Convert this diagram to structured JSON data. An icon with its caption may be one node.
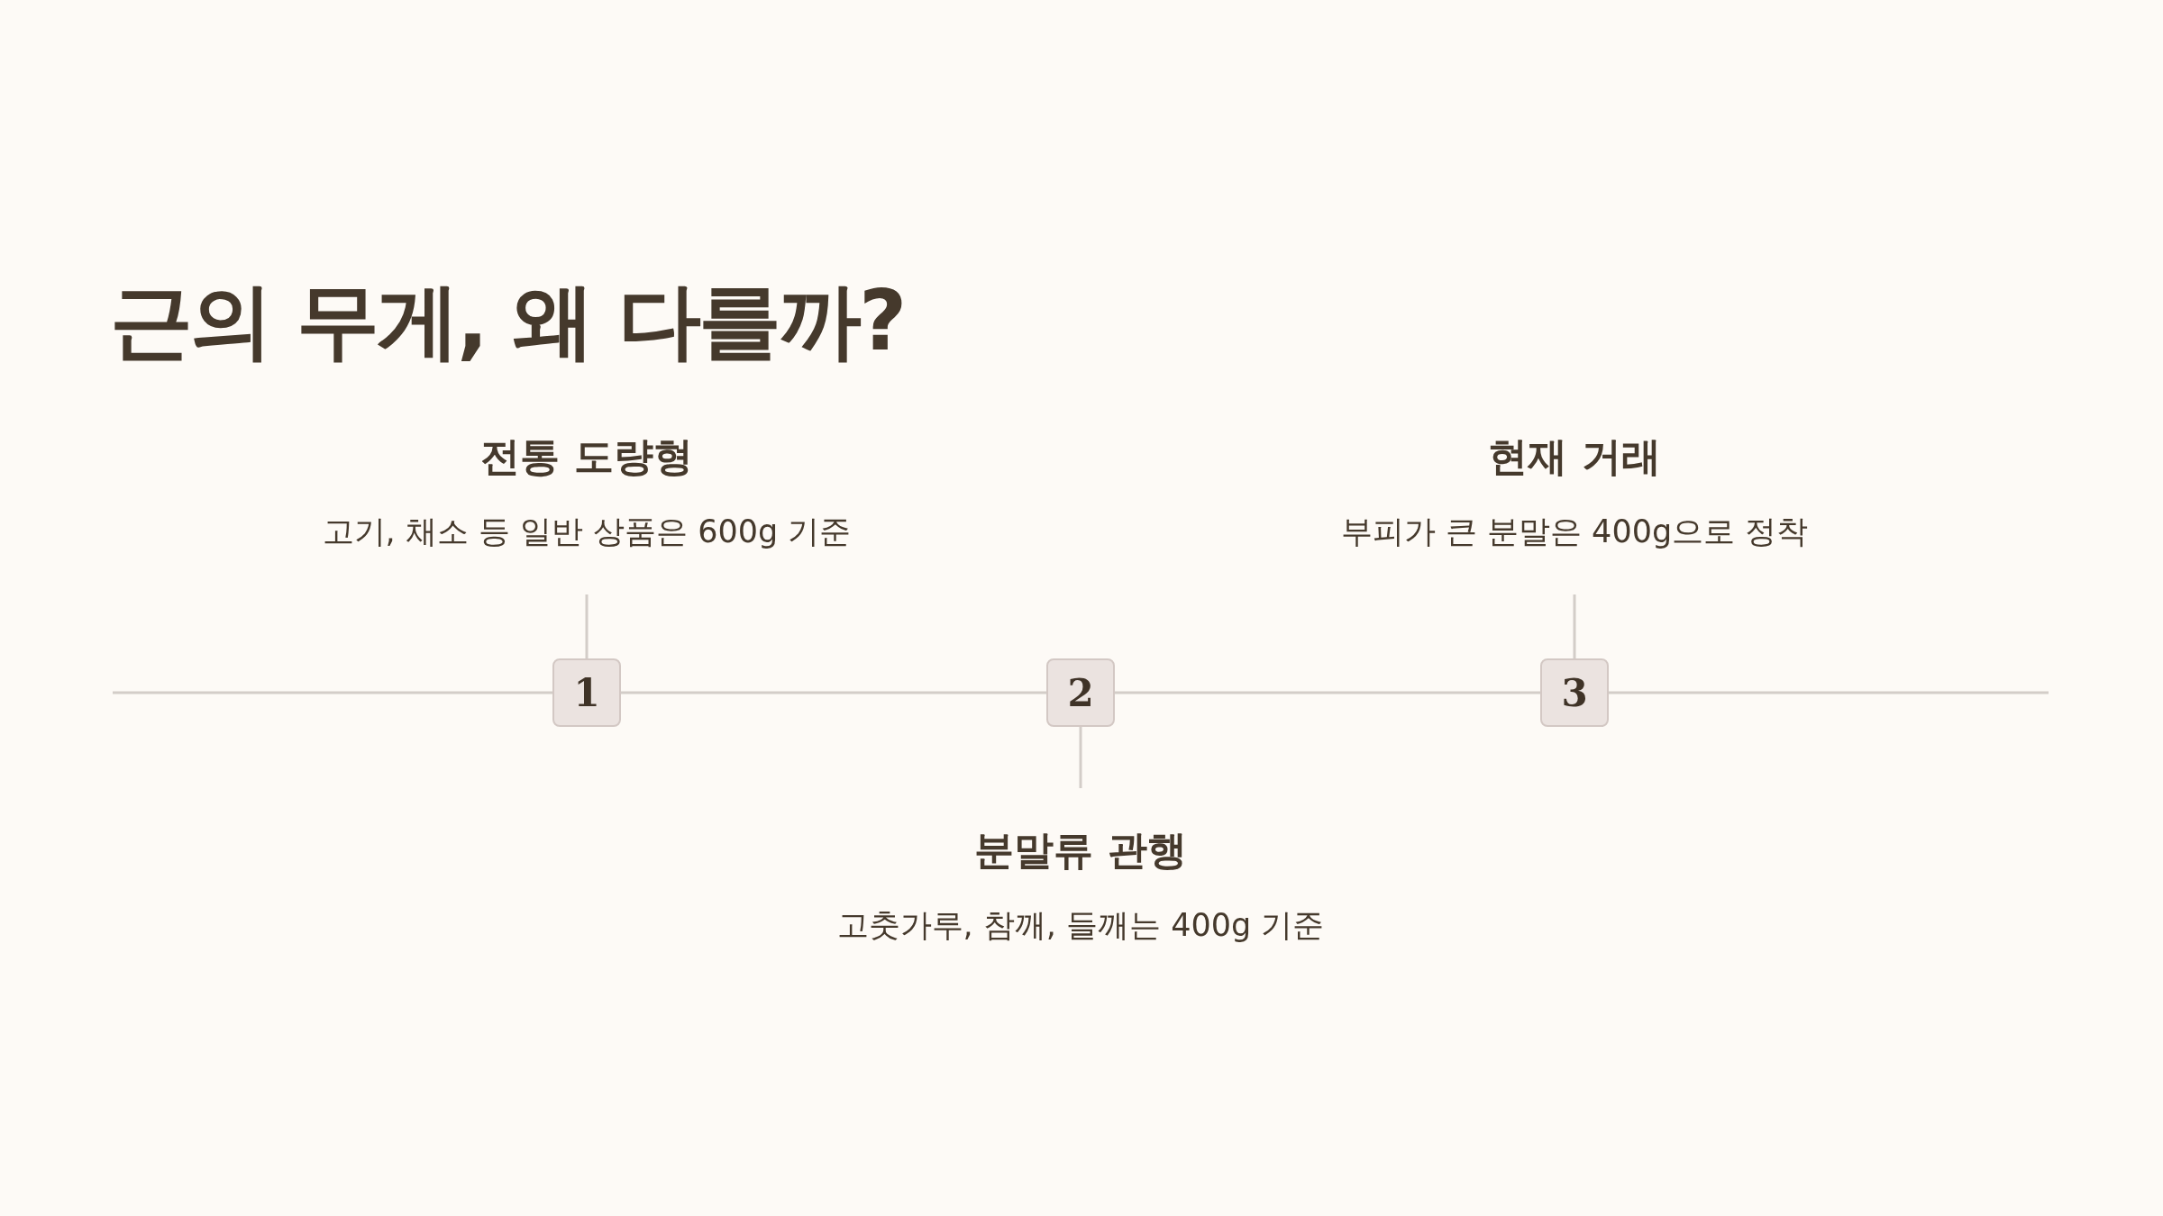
{
  "diagram": {
    "title": "근의 무게, 왜 다를까?",
    "nodes": [
      {
        "text": [
          "전통 도량형",
          "고기, 채소 등 일반 상품은 600g 기준"
        ]
      },
      {
        "text": [
          "현재 거래",
          "부피가 큰 분말은 400g으로 정착"
        ]
      },
      {
        "text": [
          "1"
        ]
      },
      {
        "text": [
          "2"
        ]
      },
      {
        "text": [
          "3"
        ]
      },
      {
        "text": [
          "분말류 관행",
          "고춧가루, 참깨, 들깨는 400g 기준"
        ]
      }
    ],
    "edges": [
      {
        "from": 2,
        "to": 0,
        "arrow": "none"
      },
      {
        "from": 3,
        "to": 5,
        "arrow": "none"
      },
      {
        "from": 4,
        "to": 1,
        "arrow": "none"
      }
    ]
  }
}
